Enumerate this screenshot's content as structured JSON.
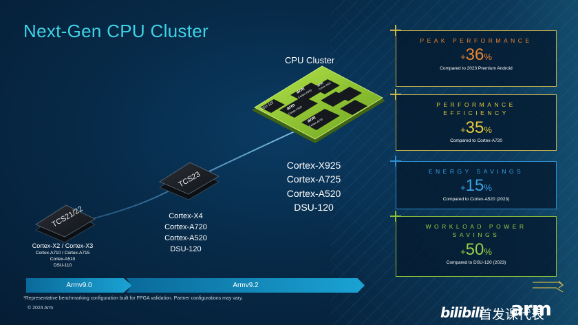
{
  "slide": {
    "title": "Next-Gen CPU Cluster",
    "cluster_title": "CPU Cluster",
    "footnote": "*Representative benchmarking configuration built for FPGA validation. Partner configurations may vary.",
    "copyright": "© 2024 Arm"
  },
  "chips": {
    "chip1_label": "TCS21/22",
    "chip2_label": "TCS23",
    "cluster_die_label": "DSU-120",
    "cluster_core_labels": [
      "arm",
      "arm",
      "arm",
      "arm"
    ],
    "cluster_core_sublabels": [
      "Cortex-X925",
      "Cortex-A725",
      "Cortex-X925",
      "Cortex-X925"
    ]
  },
  "core_lists": {
    "gen1_primary": "Cortex-X2 / Cortex-X3",
    "gen1_secondary": [
      "Cortex-A710 / Cortex-A715",
      "Cortex-A510",
      "DSU-110"
    ],
    "gen2": [
      "Cortex-X4",
      "Cortex-A720",
      "Cortex-A520",
      "DSU-120"
    ],
    "gen3": [
      "Cortex-X925",
      "Cortex-A725",
      "Cortex-A520",
      "DSU-120"
    ]
  },
  "architectures": {
    "arch1": "Armv9.0",
    "arch2": "Armv9.2"
  },
  "stats": [
    {
      "title": "PEAK PERFORMANCE",
      "sign": "+",
      "value": "36",
      "pct": "%",
      "note": "Compared to 2023 Premium Android",
      "color": "#f0852e"
    },
    {
      "title": "PERFORMANCE EFFICIENCY",
      "sign": "+",
      "value": "35",
      "pct": "%",
      "note": "Compared to Cortex-A720",
      "color": "#e6c93a"
    },
    {
      "title": "ENERGY SAVINGS",
      "sign": "+",
      "value": "15",
      "pct": "%",
      "note": "Compared to Cortex-A520 (2023)",
      "color": "#3aa3e6"
    },
    {
      "title": "WORKLOAD POWER SAVINGS",
      "sign": "+",
      "value": "50",
      "pct": "%",
      "note": "Compared to DSU-120 (2023)",
      "color": "#9ccc46"
    }
  ],
  "brand": {
    "logo": "arm",
    "watermark_mark": "bilibili",
    "watermark_text": "首发课代表"
  },
  "colors": {
    "title": "#3fd3e6",
    "background": "#06213a",
    "arch_arrow": "#1aa3d4"
  }
}
